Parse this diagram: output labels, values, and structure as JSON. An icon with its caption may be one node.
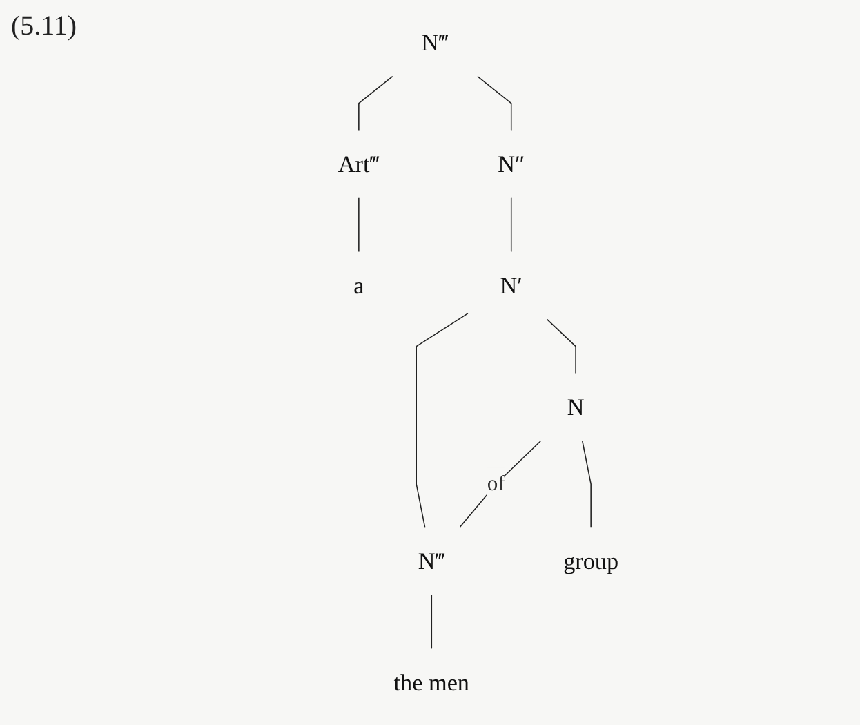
{
  "diagram": {
    "nodes": [
      {
        "text": [
          "N‴"
        ]
      },
      {
        "text": [
          "Art‴"
        ]
      },
      {
        "text": [
          "N″"
        ]
      },
      {
        "text": [
          "a"
        ]
      },
      {
        "text": [
          "N′"
        ]
      },
      {
        "text": [
          "N"
        ]
      },
      {
        "text": [
          "N‴"
        ]
      },
      {
        "text": [
          "group"
        ]
      },
      {
        "text": [
          "the men"
        ]
      }
    ],
    "edges": [
      {
        "from": 0,
        "to": 1,
        "arrow": "none"
      },
      {
        "from": 0,
        "to": 2,
        "arrow": "none"
      },
      {
        "from": 1,
        "to": 3,
        "arrow": "none"
      },
      {
        "from": 2,
        "to": 4,
        "arrow": "none"
      },
      {
        "from": 4,
        "to": 5,
        "arrow": "none"
      },
      {
        "from": 4,
        "to": 6,
        "arrow": "none"
      },
      {
        "from": 5,
        "to": 6,
        "arrow": "none",
        "label": "of"
      },
      {
        "from": 5,
        "to": 7,
        "arrow": "none"
      },
      {
        "from": 6,
        "to": 8,
        "arrow": "none"
      }
    ],
    "labels": [
      "(5.11)"
    ]
  }
}
